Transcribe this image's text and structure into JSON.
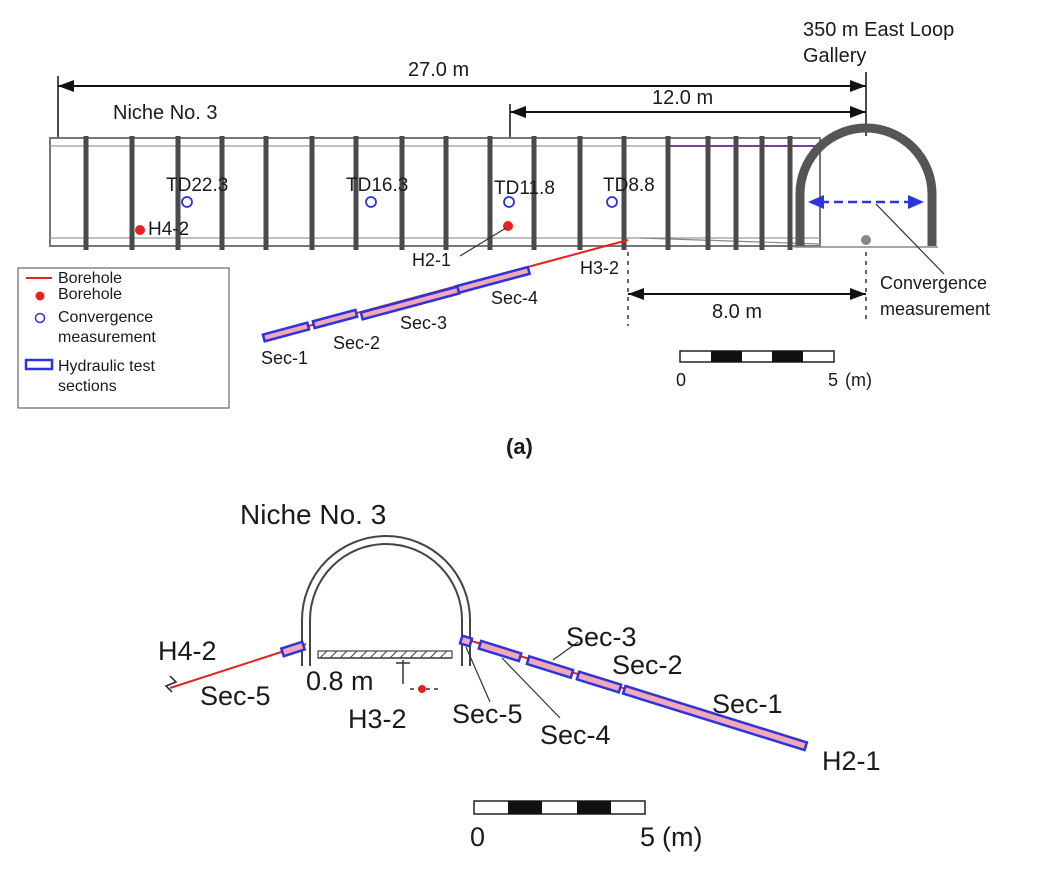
{
  "plan_view": {
    "gallery_label_line1": "350 m East Loop",
    "gallery_label_line2": "Gallery",
    "total_length": "27.0 m",
    "niche_title": "Niche No. 3",
    "partial_length": "12.0 m",
    "measure_points": [
      "TD22.3",
      "TD16.3",
      "TD11.8",
      "TD8.8"
    ],
    "boreholes": [
      "H4-2",
      "H2-1",
      "H3-2"
    ],
    "sections": [
      "Sec-1",
      "Sec-2",
      "Sec-3",
      "Sec-4"
    ],
    "offset_length": "8.0 m",
    "convergence_label_line1": "Convergence",
    "convergence_label_line2": "measurement",
    "scale": {
      "start": "0",
      "end": "5",
      "unit": "(m)"
    },
    "panel_label": "(a)"
  },
  "legend": {
    "borehole_line": "Borehole",
    "borehole_point": "Borehole",
    "convergence_line1": "Convergence",
    "convergence_line2": "measurement",
    "hydraulic_line1": "Hydraulic test",
    "hydraulic_line2": "sections"
  },
  "cross_section": {
    "niche_title": "Niche No. 3",
    "borehole_left": "H4-2",
    "borehole_center": "H3-2",
    "borehole_right": "H2-1",
    "sec5_left": "Sec-5",
    "sec5_right": "Sec-5",
    "sec4": "Sec-4",
    "sec3": "Sec-3",
    "sec2": "Sec-2",
    "sec1": "Sec-1",
    "depth": "0.8 m",
    "scale": {
      "start": "0",
      "end": "5",
      "unit": "(m)"
    }
  },
  "colors": {
    "borehole": "#e8201f",
    "convergence": "#2b35d9",
    "section_stroke": "#2b35d9",
    "section_fill": "#f3a7b8",
    "structure": "#555555"
  }
}
